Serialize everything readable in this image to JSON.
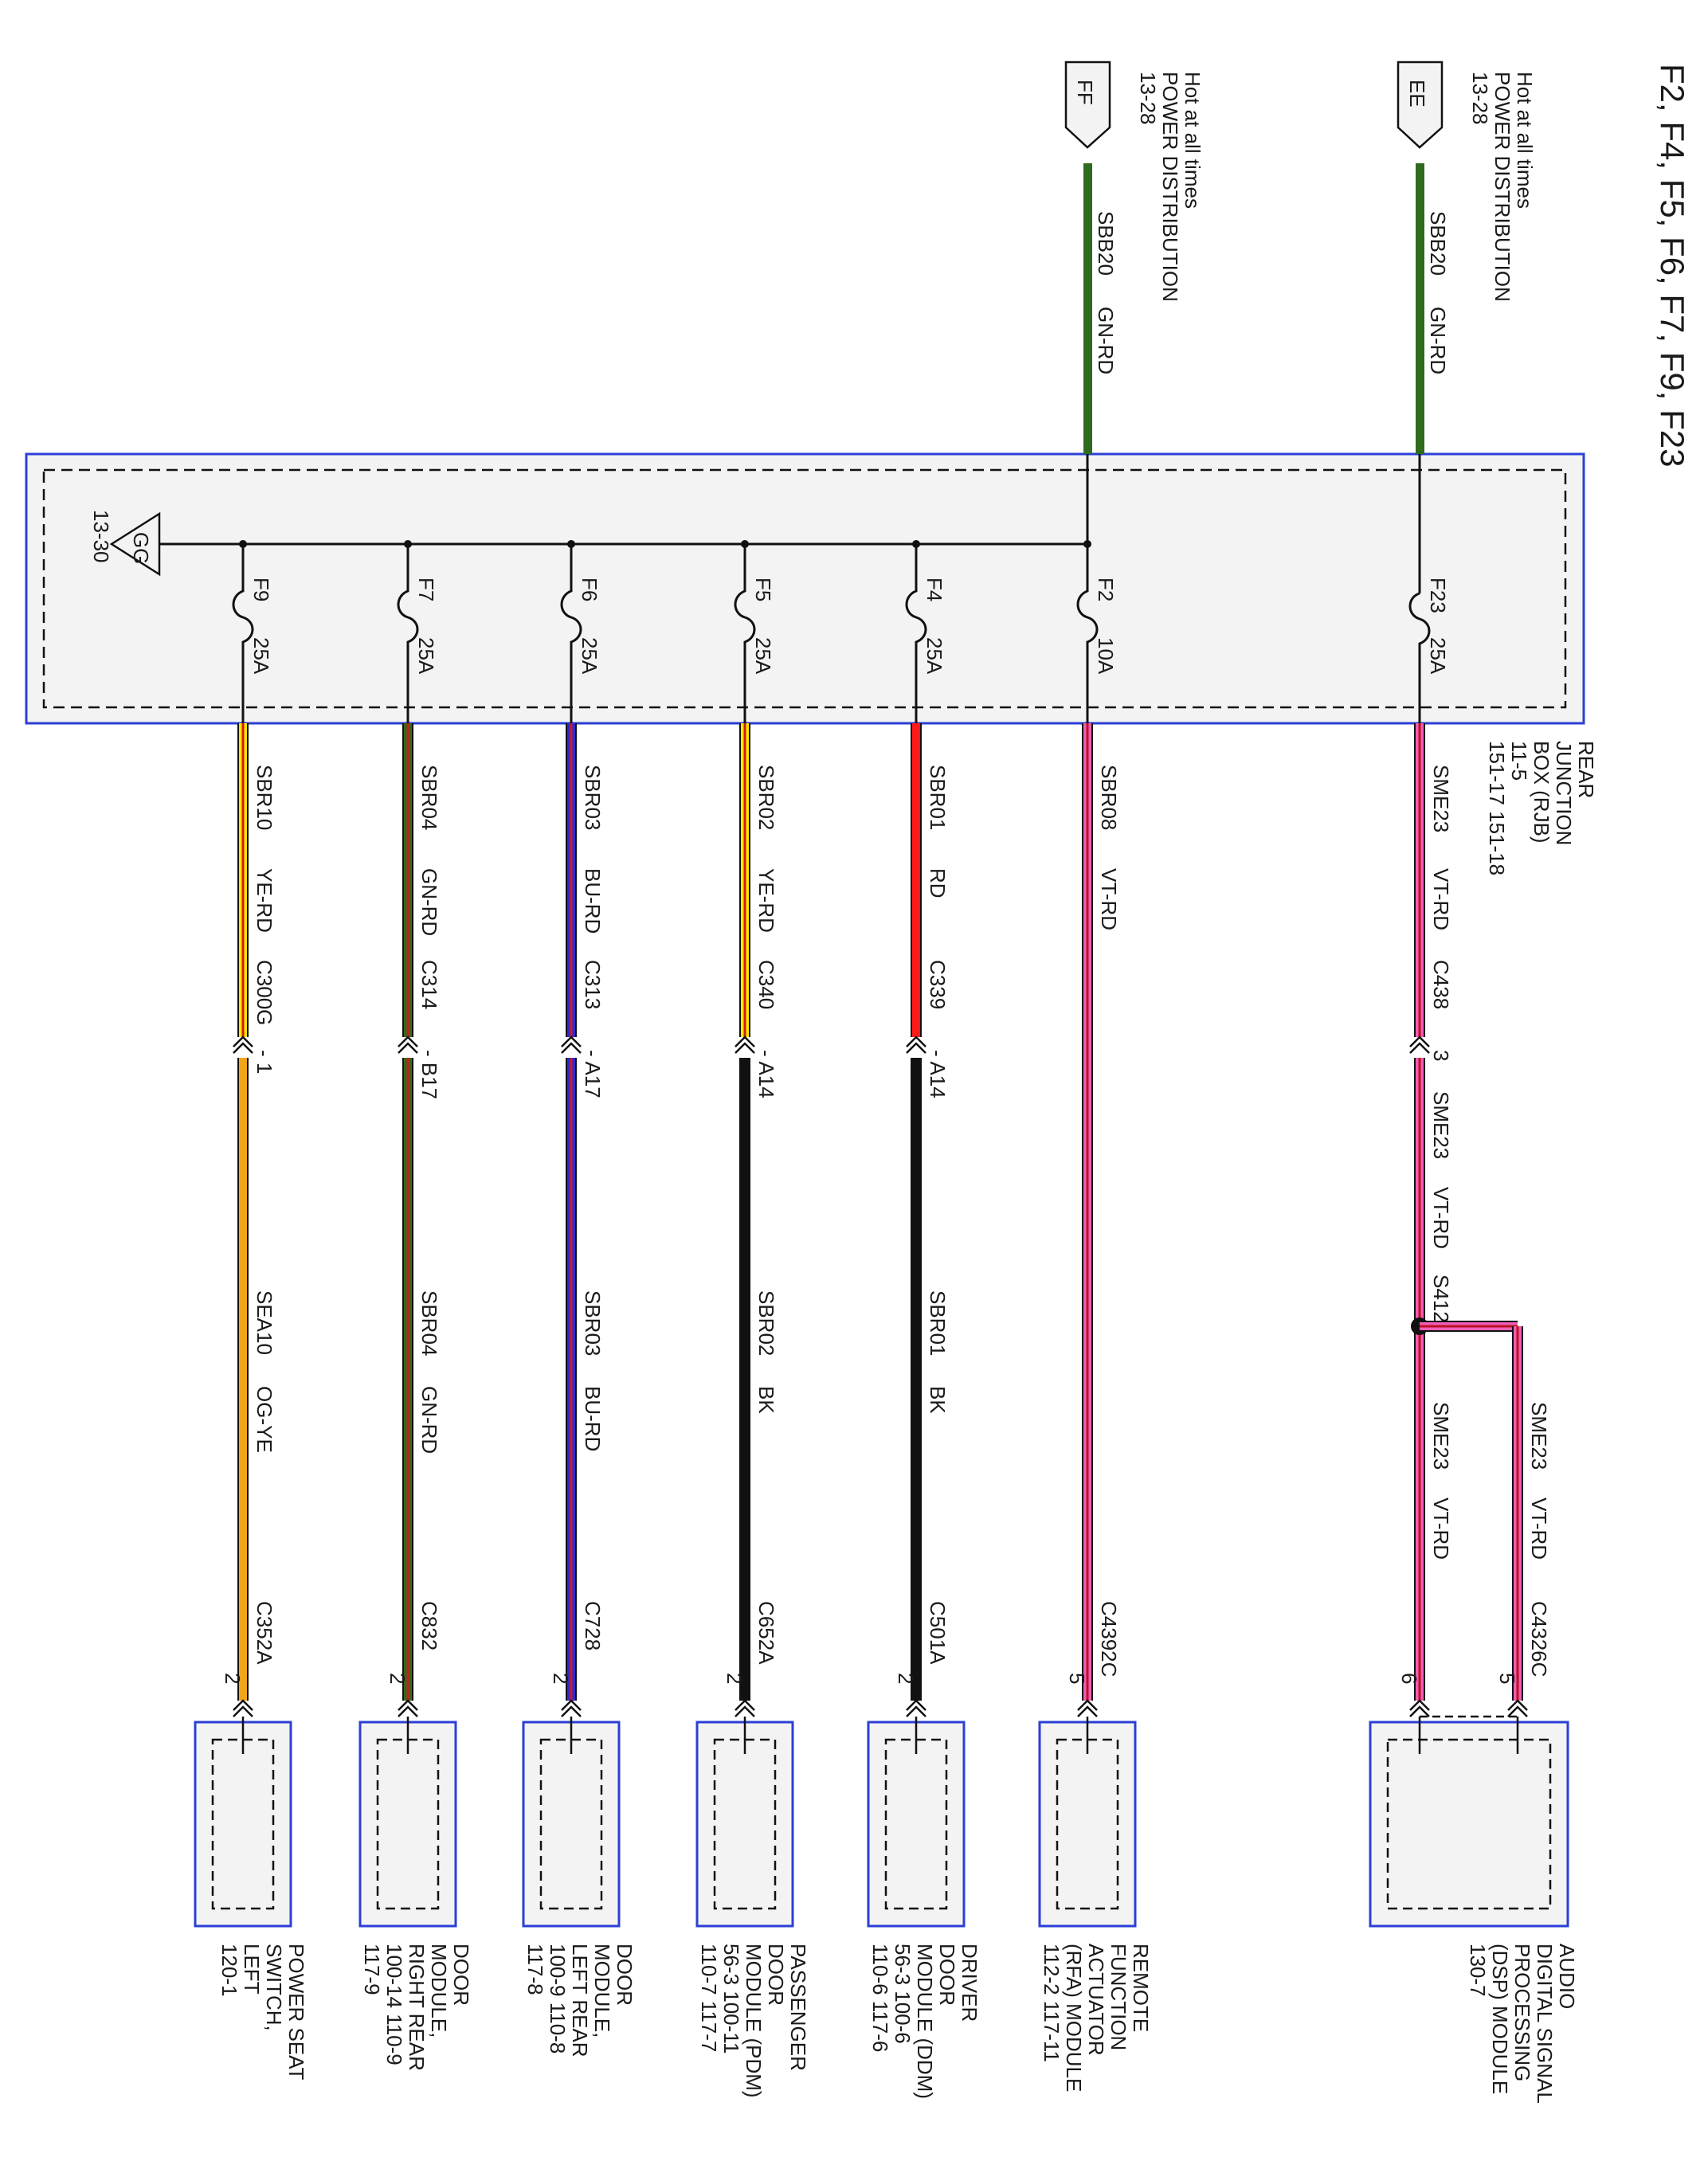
{
  "title": "F2, F4, F5, F6, F7, F9, F23",
  "feeds": [
    {
      "id": "EE",
      "hot": "Hot at all times",
      "dist": "POWER DISTRIBUTION",
      "ref": "13-28",
      "wire": "SBB20",
      "color": "GN-RD",
      "fill": "#2f6b1d",
      "stripe": "#d11a1a"
    },
    {
      "id": "FF",
      "hot": "Hot at all times",
      "dist": "POWER DISTRIBUTION",
      "ref": "13-28",
      "wire": "SBB20",
      "color": "GN-RD",
      "fill": "#2f6b1d",
      "stripe": "#d11a1a"
    }
  ],
  "junction_box": {
    "ground_id": "GG",
    "ground_ref": "13-30",
    "label_lines": [
      "REAR",
      "JUNCTION",
      "BOX (RJB)",
      "11-5",
      "151-17   151-18"
    ]
  },
  "circuits": [
    {
      "fuse": "F23",
      "amp": "25A",
      "upper_wire": "SME23",
      "upper_color": "VT-RD",
      "conn": "C438",
      "pin": "3",
      "lower_wire": "SME23",
      "lower_color": "VT-RD",
      "upper_fill": "#ec5fb7",
      "upper_stripe": "#c01020",
      "lower_fill": "#ec5fb7",
      "lower_stripe": "#c01020",
      "splice": "S412",
      "lower_wire2": "SME23",
      "lower_color2": "VT-RD",
      "branch_wire": "SME23",
      "branch_color": "VT-RD",
      "end_conn": "C4326C",
      "pin_a": "6",
      "pin_b": "5",
      "component_lines": [
        "AUDIO",
        "DIGITAL SIGNAL",
        "PROCESSING",
        "(DSP) MODULE",
        "130-7"
      ]
    },
    {
      "fuse": "F2",
      "amp": "10A",
      "upper_wire": "SBR08",
      "upper_color": "VT-RD",
      "upper_fill": "#ec5fb7",
      "upper_stripe": "#c01020",
      "end_conn": "C4392C",
      "end_pin": "5",
      "component_lines": [
        "REMOTE",
        "FUNCTION",
        "ACTUATOR",
        "(RFA) MODULE",
        "112-2     117-11"
      ]
    },
    {
      "fuse": "F4",
      "amp": "25A",
      "upper_wire": "SBR01",
      "upper_color": "RD",
      "upper_fill": "#ff1a1a",
      "upper_stripe": "#ff1a1a",
      "conn": "C339",
      "pin": "A14",
      "lower_wire": "SBR01",
      "lower_color": "BK",
      "lower_fill": "#111111",
      "lower_stripe": "#111111",
      "end_conn": "C501A",
      "end_pin": "2",
      "component_lines": [
        "DRIVER",
        "DOOR",
        "MODULE (DDM)",
        "56-3     100-6",
        "110-6     117-6"
      ]
    },
    {
      "fuse": "F5",
      "amp": "25A",
      "upper_wire": "SBR02",
      "upper_color": "YE-RD",
      "upper_fill": "#ffe600",
      "upper_stripe": "#d11a1a",
      "conn": "C340",
      "pin": "A14",
      "lower_wire": "SBR02",
      "lower_color": "BK",
      "lower_fill": "#111111",
      "lower_stripe": "#111111",
      "end_conn": "C652A",
      "end_pin": "2",
      "component_lines": [
        "PASSENGER",
        "DOOR",
        "MODULE (PDM)",
        "56-3     100-11",
        "110-7     117-7"
      ]
    },
    {
      "fuse": "F6",
      "amp": "25A",
      "upper_wire": "SBR03",
      "upper_color": "BU-RD",
      "upper_fill": "#2a2ad6",
      "upper_stripe": "#d11a1a",
      "conn": "C313",
      "pin": "A17",
      "lower_wire": "SBR03",
      "lower_color": "BU-RD",
      "lower_fill": "#2a2ad6",
      "lower_stripe": "#d11a1a",
      "end_conn": "C728",
      "end_pin": "2",
      "component_lines": [
        "DOOR",
        "MODULE,",
        "LEFT REAR",
        "100-9     110-8",
        "117-8"
      ]
    },
    {
      "fuse": "F7",
      "amp": "25A",
      "upper_wire": "SBR04",
      "upper_color": "GN-RD",
      "upper_fill": "#2f6b1d",
      "upper_stripe": "#d11a1a",
      "conn": "C314",
      "pin": "B17",
      "lower_wire": "SBR04",
      "lower_color": "GN-RD",
      "lower_fill": "#2f6b1d",
      "lower_stripe": "#d11a1a",
      "end_conn": "C832",
      "end_pin": "2",
      "component_lines": [
        "DOOR",
        "MODULE,",
        "RIGHT REAR",
        "100-14     110-9",
        "117-9"
      ]
    },
    {
      "fuse": "F9",
      "amp": "25A",
      "upper_wire": "SBR10",
      "upper_color": "YE-RD",
      "upper_fill": "#ffe600",
      "upper_stripe": "#d11a1a",
      "conn": "C300G",
      "pin": "1",
      "lower_wire": "SEA10",
      "lower_color": "OG-YE",
      "lower_fill": "#f2a51c",
      "lower_stripe": "#f2a51c",
      "end_conn": "C352A",
      "end_pin": "2",
      "component_lines": [
        "POWER SEAT",
        "SWITCH,",
        "LEFT",
        "120-1"
      ]
    }
  ]
}
